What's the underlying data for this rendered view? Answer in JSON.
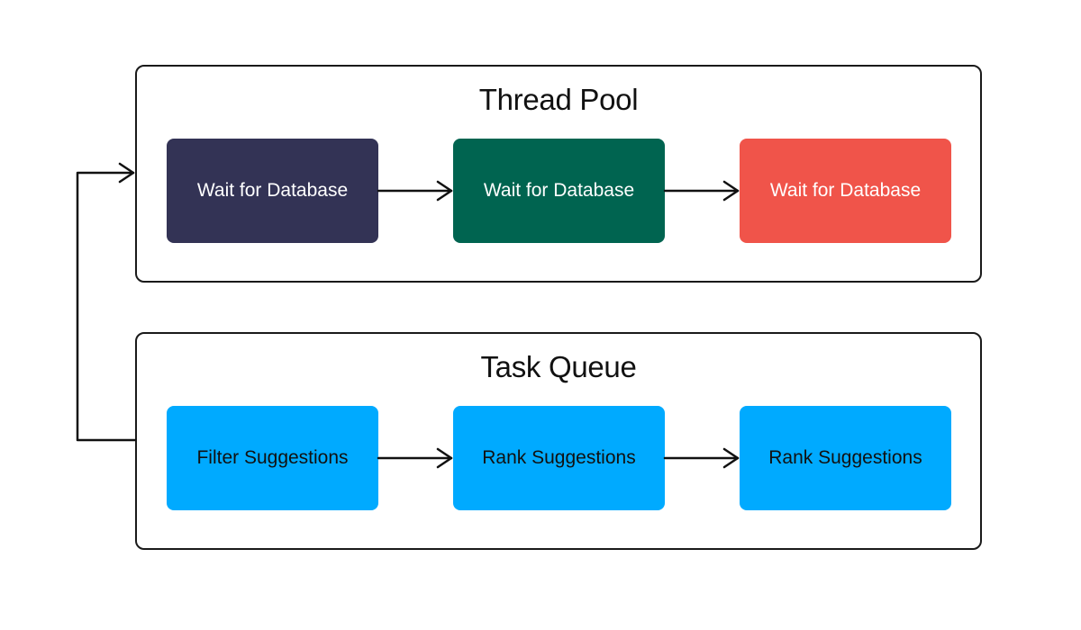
{
  "thread_pool": {
    "title": "Thread Pool",
    "nodes": [
      {
        "label": "Wait for Database",
        "color": "#333355"
      },
      {
        "label": "Wait for Database",
        "color": "#006450"
      },
      {
        "label": "Wait for Database",
        "color": "#F0544A"
      }
    ]
  },
  "task_queue": {
    "title": "Task Queue",
    "nodes": [
      {
        "label": "Filter Suggestions",
        "color": "#00AAFF"
      },
      {
        "label": "Rank Suggestions",
        "color": "#00AAFF"
      },
      {
        "label": "Rank Suggestions",
        "color": "#00AAFF"
      }
    ]
  },
  "colors": {
    "border": "#1A1A1A",
    "arrow": "#111111",
    "background": "#FFFFFF"
  }
}
